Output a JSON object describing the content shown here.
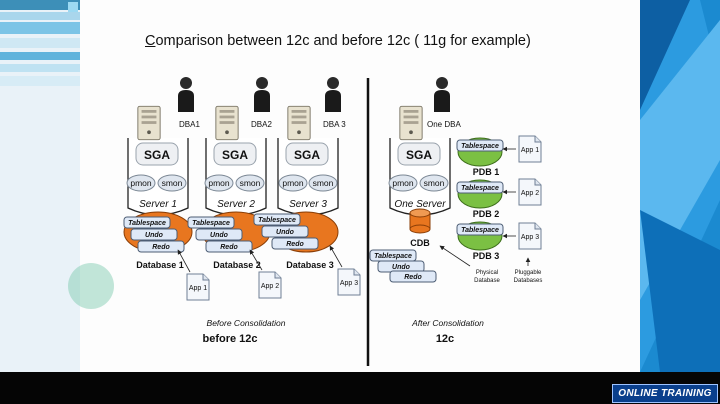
{
  "slide": {
    "title_first_letter": "C",
    "title_rest": "omparison between 12c and before 12c ( 11g for example)",
    "before": {
      "dba_labels": [
        "DBA1",
        "DBA2",
        "DBA 3"
      ],
      "sga_label": "SGA",
      "pmon_label": "pmon",
      "smon_label": "smon",
      "servers": [
        "Server 1",
        "Server 2",
        "Server 3"
      ],
      "tablespace_label": "Tablespace",
      "undo_label": "Undo",
      "redo_label": "Redo",
      "databases": [
        "Database 1",
        "Database 2",
        "Database 3"
      ],
      "apps": [
        "App 1",
        "App 2",
        "App 3"
      ],
      "caption": "Before Consolidation",
      "version_label": "before 12c"
    },
    "after": {
      "dba_label": "One DBA",
      "sga_label": "SGA",
      "pmon_label": "pmon",
      "smon_label": "smon",
      "server_label": "One Server",
      "cdb_label": "CDB",
      "tablespace_label": "Tablespace",
      "undo_label": "Undo",
      "redo_label": "Redo",
      "pdbs": [
        "PDB 1",
        "PDB 2",
        "PDB 3"
      ],
      "apps": [
        "App 1",
        "App 2",
        "App 3"
      ],
      "physical_db_line1": "Physical",
      "physical_db_line2": "Database",
      "pluggable_line1": "Pluggable",
      "pluggable_line2": "Databases",
      "caption": "After Consolidation",
      "version_label": "12c"
    }
  },
  "branding": {
    "logo_text": "ONLINE TRAINING"
  },
  "colors": {
    "teal_accent": "#2aa7d8",
    "database_orange": "#e8761f",
    "pdb_green": "#7bc043",
    "stack_blue": "#dfe9f7"
  }
}
